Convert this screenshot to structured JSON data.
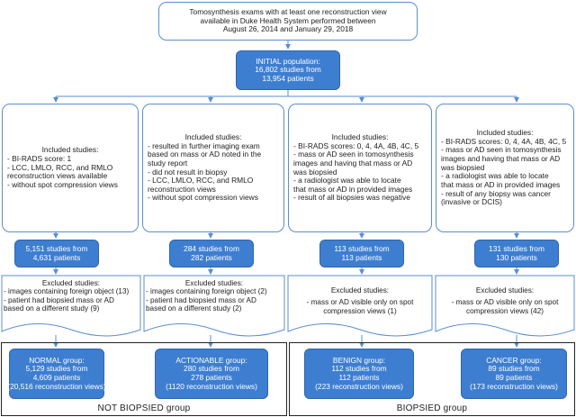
{
  "source": {
    "lines": [
      "Tomosynthesis exams with at least one reconstruction view",
      "available in Duke Health System performed between",
      "August 26, 2014 and January 29, 2018"
    ]
  },
  "initial": {
    "lines": [
      "INITIAL population:",
      "16,802 studies from",
      "13,954 patients"
    ]
  },
  "included": [
    {
      "title": "Included studies:",
      "lines": [
        "- BI-RADS score: 1",
        "- LCC, LMLO, RCC, and RMLO",
        "reconstruction views available",
        "- without spot compression views"
      ]
    },
    {
      "title": "Included studies:",
      "lines": [
        "- resulted in further imaging exam",
        "based on mass or AD noted in the",
        "study report",
        "- did not result in biopsy",
        "- LCC, LMLO, RCC, and RMLO",
        "reconstruction views",
        "- without spot compression views"
      ]
    },
    {
      "title": "Included studies:",
      "lines": [
        "- BI-RADS scores: 0, 4, 4A, 4B, 4C, 5",
        "- mass or AD seen in tomosynthesis",
        "images and having that mass or AD",
        "was biopsied",
        "- a radiologist was able to locate",
        "that mass or AD in provided images",
        "- result of all biopsies was negative"
      ]
    },
    {
      "title": "Included studies:",
      "lines": [
        "- BI-RADS scores: 0, 4, 4A, 4B, 4C, 5",
        "- mass or AD seen in tomosynthesis",
        "images and having that mass or AD",
        "was biopsied",
        "- a radiologist was able to locate",
        "that mass or AD in provided images",
        "- result of any biopsy was cancer",
        "(invasive or DCIS)"
      ]
    }
  ],
  "counts": [
    {
      "lines": [
        "5,151 studies from",
        "4,631 patients"
      ]
    },
    {
      "lines": [
        "284 studies from",
        "282 patients"
      ]
    },
    {
      "lines": [
        "113 studies from",
        "113 patients"
      ]
    },
    {
      "lines": [
        "131 studies from",
        "130 patients"
      ]
    }
  ],
  "excluded": [
    {
      "title": "Excluded studies:",
      "lines": [
        "- images containing foreign object (13)",
        "- patient had biopsied mass or AD",
        "based on a different study (9)"
      ]
    },
    {
      "title": "Excluded studies:",
      "lines": [
        "- images containing foreign object (2)",
        "- patient had biopsied mass or AD",
        "based on a different study (2)"
      ]
    },
    {
      "title": "Excluded studies:",
      "lines": [
        "- mass or AD visible only on spot",
        "compression views (1)"
      ]
    },
    {
      "title": "Excluded studies:",
      "lines": [
        "- mass or AD visible only on spot",
        "compression views (42)"
      ]
    }
  ],
  "groups": [
    {
      "lines": [
        "NORMAL group:",
        "5,129 studies from",
        "4,609 patients",
        "(20,516 reconstruction views)"
      ]
    },
    {
      "lines": [
        "ACTIONABLE group:",
        "280 studies from",
        "278 patients",
        "(1120 reconstruction views)"
      ]
    },
    {
      "lines": [
        "BENIGN group:",
        "112 studies from",
        "112 patients",
        "(223 reconstruction views)"
      ]
    },
    {
      "lines": [
        "CANCER group:",
        "89 studies from",
        "89 patients",
        "(173 reconstruction views)"
      ]
    }
  ],
  "frame_labels": {
    "left": "NOT BIOPSIED group",
    "right": "BIOPSIED group"
  },
  "colors": {
    "accent_fill": "#3e7ed1",
    "outline": "#5a8fcf",
    "frame": "#222222"
  }
}
